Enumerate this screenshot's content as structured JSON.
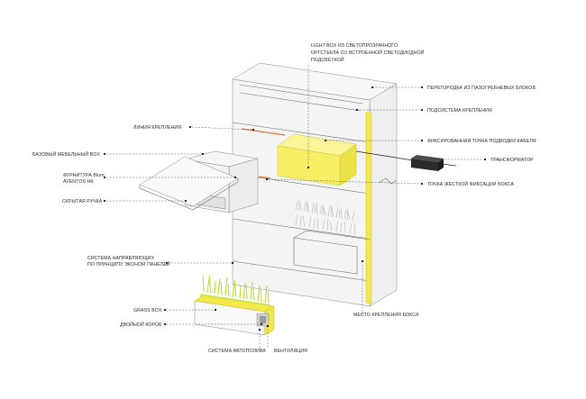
{
  "labels": {
    "light_box": [
      "LIGHT BOX ИЗ СВЕТОПРОЗРАЧНОГО",
      "ОРГСТЕКЛА СО ВСТРОЕННОЙ СВЕТОДИОДНОЙ",
      "ПОДСВЕТКОЙ"
    ],
    "partition": "ПЕРЕГОРОДКА ИЗ ПАЗОГРЕБНЕВЫХ БЛОКОВ",
    "mount_subsystem": "ПОДСИСТЕМА КРЕПЛЕНИЯ",
    "mount_line": "ЛИНИЯ КРЕПЛЕНИЯ",
    "cable_point": "ФИКСИРОВАННАЯ ТОЧКА ПОДВОДКИ КАБЕЛЯ",
    "base_box": "БАЗОВЫЙ МЕБЕЛЬНЫЙ BOX",
    "transformer": "ТРАНСФОРМАТОР",
    "hardware": [
      "ФУРНИТУРА Blum",
      "AVENTOS HK"
    ],
    "rigid_fix": "ТОЧКА ЖЕСТКОЙ ФИКСАЦИИ БОКСА",
    "hidden_handle": "СКРЫТАЯ РУЧКА",
    "guides": [
      "СИСТЕМА НАПРАВЛЯЮЩИХ",
      "ПО ПРИНЦИПУ ЭКОНОМ ПАНЕЛЕЙ"
    ],
    "box_mount_place": "МЕСТО КРЕПЛЕНИЯ БОКСА",
    "grass_box": "GRASS BOX",
    "double_box": "ДВОЙНОЙ КОРОБ",
    "irrigation": "СИСТЕМА АВТОПОЛИВА",
    "ventilation": "ВЕНТИЛЯЦИЯ"
  },
  "colors": {
    "accent_yellow": "#f2ea4a",
    "light_box_fill": "#f7ef66",
    "grass_green": "#b6e12a",
    "mount_line_orange": "#e0743a",
    "transformer": "#2a2a2a",
    "wall_face": "#f4f4f4"
  }
}
